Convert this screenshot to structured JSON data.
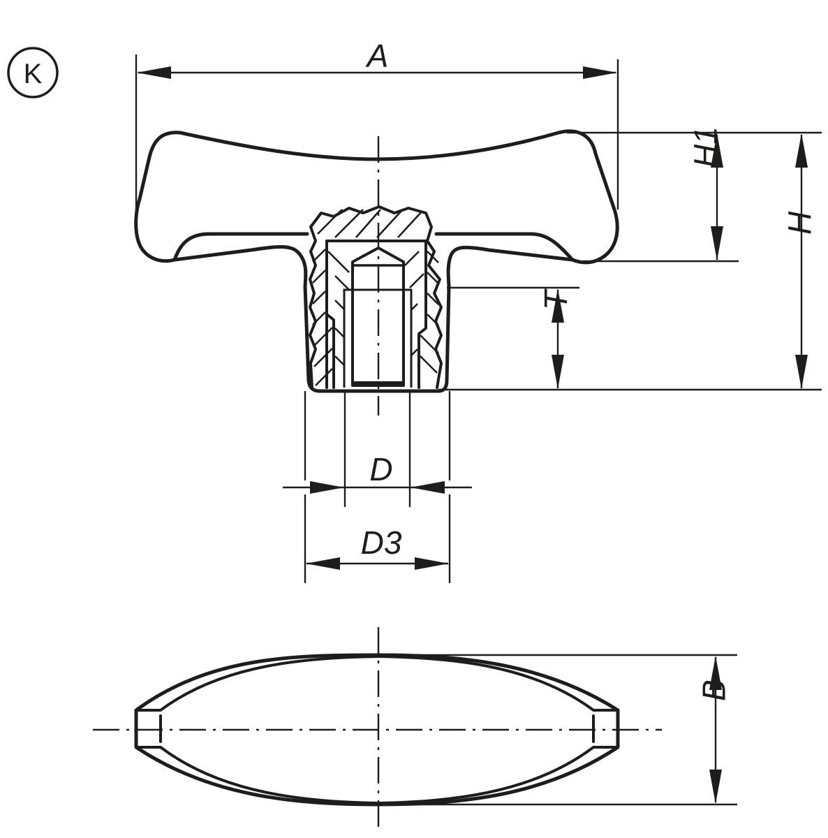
{
  "drawing": {
    "type": "technical-drawing",
    "subject": "T-grip / wing knob with threaded insert (section view and top view)",
    "variant_mark": "K",
    "stroke_color": "#1d1d1b",
    "background_color": "#ffffff"
  },
  "dimensions": {
    "A": "A",
    "H1": "H1",
    "H": "H",
    "T": "T",
    "D": "D",
    "D3": "D3",
    "B": "B"
  },
  "views": [
    {
      "name": "front-section-view",
      "labels": [
        "A",
        "H1",
        "H",
        "T",
        "D",
        "D3"
      ]
    },
    {
      "name": "top-view",
      "labels": [
        "B"
      ]
    }
  ]
}
